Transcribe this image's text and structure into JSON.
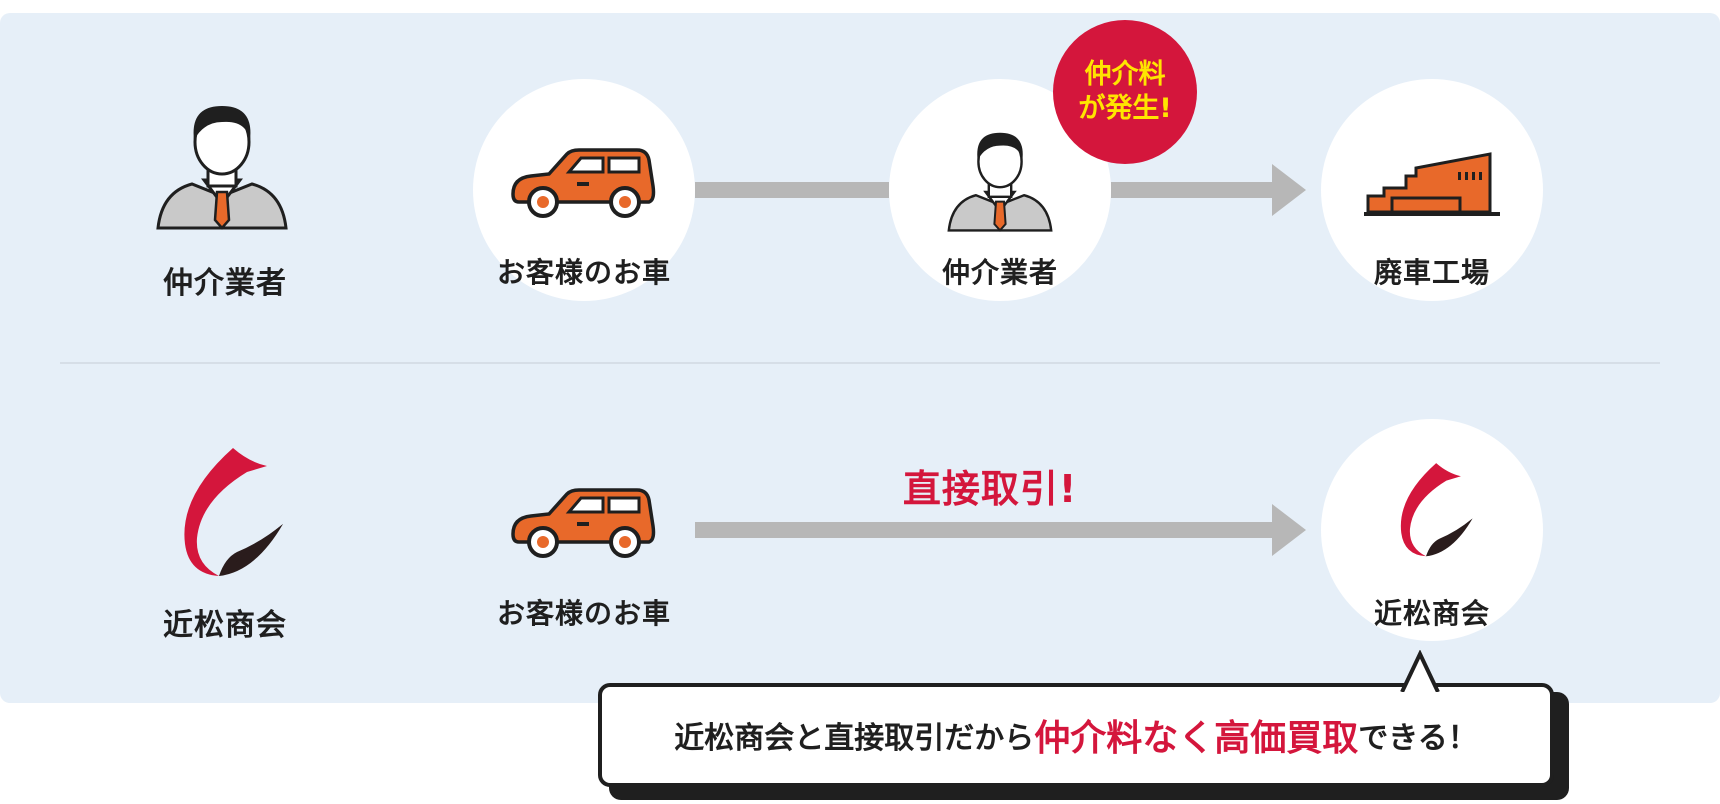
{
  "top_row": {
    "left_label": "仲介業者",
    "flow": [
      {
        "label": "お客様のお車",
        "icon": "car-icon"
      },
      {
        "label": "仲介業者",
        "icon": "businessman-icon"
      },
      {
        "label": "廃車工場",
        "icon": "factory-icon"
      }
    ],
    "badge": {
      "line1": "仲介料",
      "line2": "が発生!"
    }
  },
  "bottom_row": {
    "left_label": "近松商会",
    "flow": [
      {
        "label": "お客様のお車",
        "icon": "car-icon"
      },
      {
        "label": "近松商会",
        "icon": "company-logo-icon"
      }
    ],
    "arrow_label": "直接取引!"
  },
  "callout": {
    "prefix": "近松商会と直接取引だから",
    "highlight": "仲介料なく高価買取",
    "suffix": "できる！"
  },
  "colors": {
    "accent_red": "#d4163c",
    "badge_text_yellow": "#ffe500",
    "car_orange": "#e8692a",
    "panel_blue": "#e6eff8",
    "arrow_gray": "#b7b7b7"
  }
}
